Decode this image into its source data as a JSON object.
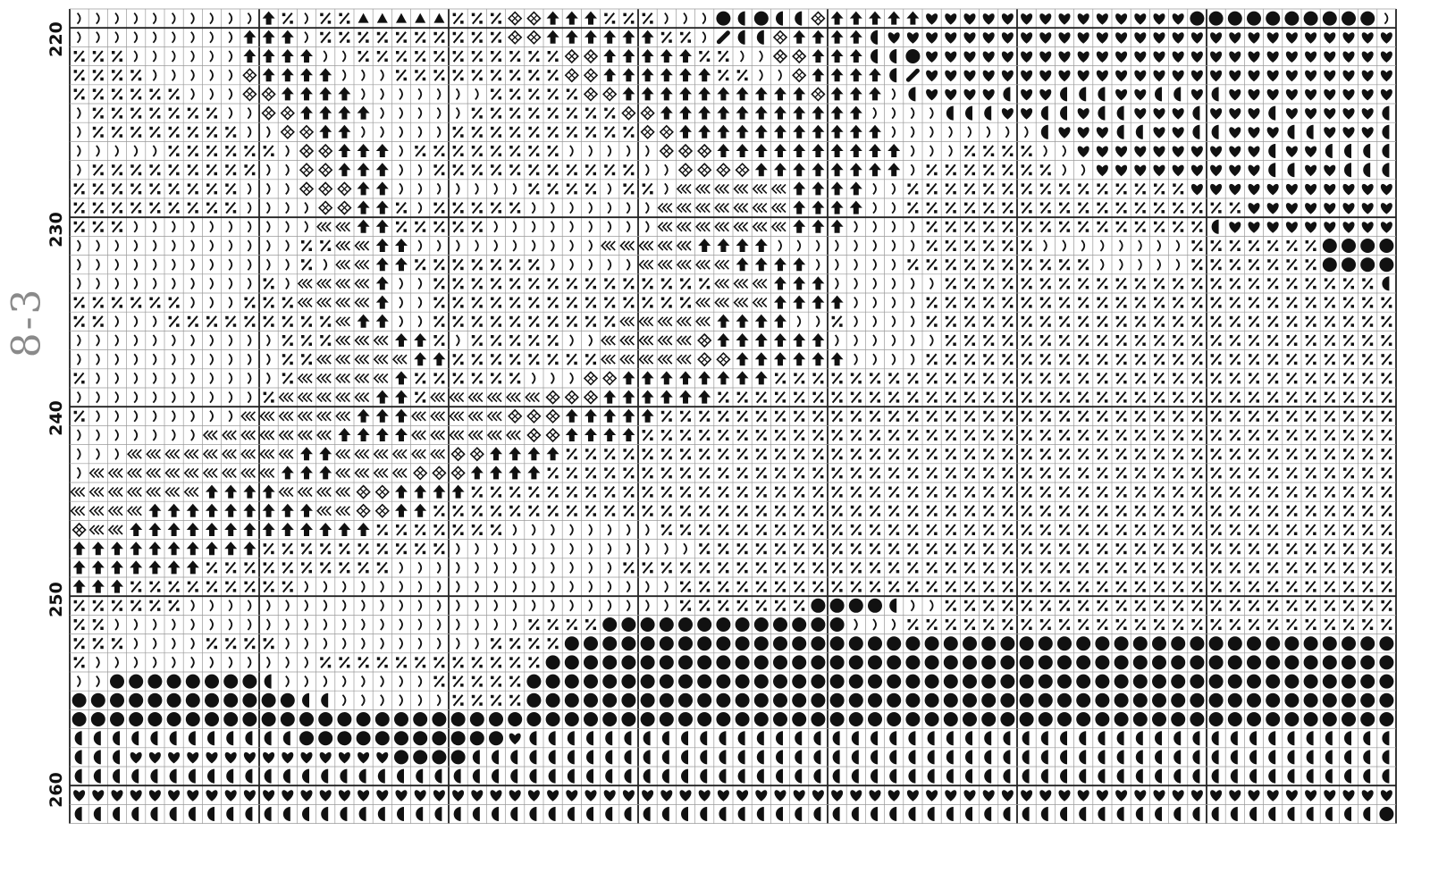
{
  "sheet_mark": "8-3",
  "row_labels": [
    "220",
    "230",
    "240",
    "250",
    "260"
  ],
  "grid": {
    "first_row_number": 219,
    "row_count": 43,
    "column_count": 70,
    "colors": {
      "ink": "#111111",
      "minor_line": "#9a9a9a",
      "major_line": "#222222",
      "paper": "#ffffff"
    }
  },
  "symbols": [
    {
      "key": "P",
      "icon": "parenthesis-stitch-icon",
      "glyph": ")"
    },
    {
      "key": "X",
      "icon": "percent-stitch-icon",
      "glyph": "%"
    },
    {
      "key": "A",
      "icon": "up-arrow-stitch-icon"
    },
    {
      "key": "D",
      "icon": "diamond-cross-stitch-icon"
    },
    {
      "key": "C",
      "icon": "double-chevron-stitch-icon"
    },
    {
      "key": "O",
      "icon": "filled-circle-stitch-icon"
    },
    {
      "key": "H",
      "icon": "heart-stitch-icon"
    },
    {
      "key": "M",
      "icon": "half-moon-stitch-icon"
    },
    {
      "key": "T",
      "icon": "triangle-stitch-icon"
    },
    {
      "key": "S",
      "icon": "slash-stitch-icon"
    }
  ],
  "rows": [
    "PPPPPPPPPPAXPXXTTTTTXXXDDAAAXXXPPPOMOMMDAAAAAHHHHHHHHHHHHHHOOOOOOOOOO",
    "PPPPPPPPPAAAPXXXXXXXXXXDDAAAAAAXXPSMMDAAAAMHHHHHHHHHHHHHHHHHHHHHHHHHHH",
    "XXXPPPPPPAAAAPPXXXXXXXXXXXDDAAAAAXXPPDDAAAMMOHHHHHHHHHHHHHHHHHHHHHHHHH",
    "XXXXPPPPPDAAAAPPPXXXXXXXXXDDAAAAAAXXPPDAAAAMSHHHHHHHHHHHHHHHHHHHHHHHHH",
    "XXXXXXPPPDDAAAAPPPPPPPXXXXXDDAAAAAAAAAADAAAPMHHHHMHHMMMHHMMHMHHHHHHHHH",
    "PXXXXXXXPPDDAAAAPPPPPXXXXXXXXDDAAAAAAAAAAAPPPPMMMHHMMHMMHHHMHHHMHHHHHM",
    "PXXXXXXXXPPDDAAPPPPPXXXXXXXXXXDDAAAAAAAAAAAPPPPPPPPMHHHMMHHMMHHHMMHHHM",
    "PPPPPXXXXXXPDDAAAPXXXXXXXXPPPPPDDDAAAAAAAAAAPPPXXXXPPHHHHHHHHHHMHHMMMM",
    "PXXXXXXXXXPPDDAAAPPXXXXXXXXXXXPPDDDDAAAAAAAAPXXXXXXXPPHHHHHHHHHMMHHMMM",
    "XXXXXXXXXPPPDDDAAPPPPPPPXXXXPXXPCCCCCCAAAAPPXXXXXXXXXXXXXXXHHHHHHHHHHH",
    "XXXXXXXXXPPPPDDAAXPXXXXXPPPPPPPCCCCCCCAAAAPPXXXXXXXXXXXXXXXXXXHHHHHHHH",
    "XXXPPPPPPPPPPCCAAXXXXXPPPPPPPPPCCCCCCCAAAPPPPXXXXXXXXXXXXXXXMHHHHHHHHH",
    "PPPPPPPPPPPPXXCCAAPPPPPPPPPPCCCCCAAAAPPPPPPPPXXXXXXPPPPPPPPXXXXXXXOOOO",
    "PPPPPPPPPPPPXPCCAAXXXXXXXPPPPPCCCCCAAAAPPPPPXXXXXXXXXXPPPPPXXXXXXXOOOO",
    "PPPPPPPPPPXPCCCCAPPXXXXXXXXXXXXXXXCCCAAAPPPPPPXXXXXXXXXXXXXXXXXXXXXXXM",
    "XXXXXXPPPXXXCCCCAPPXXXXXXXXXXXXXXCCCCAAAAPPPPXXXXXXXXXXXXXXXXXXXXXXXXX",
    "XXPPPXXXXXXXXXCAAPPXXXXXXXXXXCCCCCAAAAPPXPPPPXXXXXXXXXXXXXXXXXXXXXXXXX",
    "PPPPPPPPPPPXXXCCCAAXPXXXXXPPCCCCCDAAAAAAPPPPPPXXXXXXXXXXXXXXXXXXXXXXXX",
    "PPPPPPPPPPPXXCCCCCAAXXXXXXXXCCCCCDDAAAAAAPPPPXXXXXXXXXXXXXXXXXXXXXXXXX",
    "XPPPPPPPPPPXCCCCCAXXXXXXPPPDDAAAAAAAAXXXXXXXXXXXXXXXXXXXXXXXXXXXXXXXXX",
    "PPPPPPPPPPXCCCCCAAXCCCCCCDDDAAAAAAXXXXXXXXXXXXXXXXXXXXXXXXXXXXXXXXXXXX",
    "XPPPPPPPPCCCCCCAAACCCCCDDDAAAAAXXXXXXXXXXXXXXXXXXXXXXXXXXXXXXXXXXXXXXX",
    "PPPPPPPCCCCCCCAAAACCCCCCDDAAAAXXXXXXXXXXXXXXXXXXXXXXXXXXXXXXXXXXXXXXXX",
    "PPPCCCCCCCCCAACCCCCCDDAAAAXXXXXXXXXXXXXXXXXXXXXXXXXXXXXXXXXXXXXXXXXXXX",
    "PCCCCCCCCCCAAACCCCDDDAAAAXXXXXXXXXXXXXXXXXXXXXXXXXXXXXXXXXXXXXXXXXXXXX",
    "CCCCCCCAAAACCCCDDAAAAXXXXXXXXXXXXXXXXXXXXXXXXXXXXXXXXXXXXXXXXXXXXXXXXX",
    "CCCCAAAAAAAAACCDDAAXXXXXXXXXXXXXXXXXXXXXXXXXXXXXXXXXXXXXXXXXXXXXXXXXXX",
    "DCCAAAAAAAAAAAAAXXXXXXXPPPPPPPPXXXXXXXXXXXXXXXXXXXXXXXXXXXXXXXXXXXXXXX",
    "AAAAAAAAAAXXXXXXXXXXPPPPPPPPPPPPPXXXXXXXXXXXXXXXXXXXXXXXXXXXXXXXXXXXXX",
    "AAAAAAAXXXXXXXXXXPPPPPPPPPPPPXXXXXXXXXXXXXXXXXXXXXXXXXXXXXXXXXXXXXXXXX",
    "AAAXXXXXXXXXPPPPPPPPPPPPPPPPPPPPXXXXXXXXXXXXXXXXXXXXXXXXXXXXXXXXXXXXXX",
    "XXXXXXPPPPPPPPPPPPPPPPPPPPPPPPPPXXXXXXXOOOOMPPXXXXXXXXXXXXXXXXXXXXXXXX",
    "XXPPPPPPPPPPPPPPPPPPPPPPXXXXOOOOOOOOOOOOOPPPXXXXXXXXXXXXXXXXXXXXXXXXXX",
    "XXXPPPPXXXXPPPPPPPPPPPXXXXOOOOOOOOOOOOOOOOOOOOOOOOOOOOOOOOOOOOOOOOOOOO",
    "XPPPPPPPPPPPPXXXXXXXXXXXXOOOOOOOOOOOOOOOOOOOOOOOOOOOOOOOOOOOOOOOOOOOOO",
    "PPOOOOOOOOMPPPPPPPPXXXXXOOOOOOOOOOOOOOOOOOOOOOOOOOOOOOOOOOOOOOOOOOOOOO",
    "OOOOOOOOOOOOMMPPPPPPXXXXOOOOOOOOOOOOOOOOOOOOOOOOOOOOOOOOOOOOOOOOOOOOOO",
    "OOOOOOOOOOOOOOOOOOOOOOOOOOOOOOOOOOOOOOOOOOOOOOOOOOOOOOOOOOOOOOOOOOOOOO",
    "MMMMMMMMMMMMOOOOOOOOOOOHMMMMMMMMMMMMMMMMMMMMMMMMMMMMMMMMMMMMMMMMMMMMMM",
    "MMMHHHHHHHHHHHHHHOOOOMMMMMMMMMMMMMMMMMMMMMMMMMMMMMMMMMMMMMMMMMMMMMMMMM",
    "MMMMMMMMMMMMMMMMMMMMMMMMMMMMMMMMMMMMMMMMMMMMMMMMMMMMMMMMMMMMMMMMMMMMMM",
    "HHHHHHHHHHHHHHHHHHHHHHHHHHHHHHHHHHHHHHHHHHHHHHHHHHHHHHHHHHHHHHHHHHHHHH",
    "MMMMMMMMMMMMMMMMMMMMMMMMMMMMMMMMMMMMMMMMMMMMMMMMMMMMMMMMMMMMMMMMMMMMMO"
  ]
}
